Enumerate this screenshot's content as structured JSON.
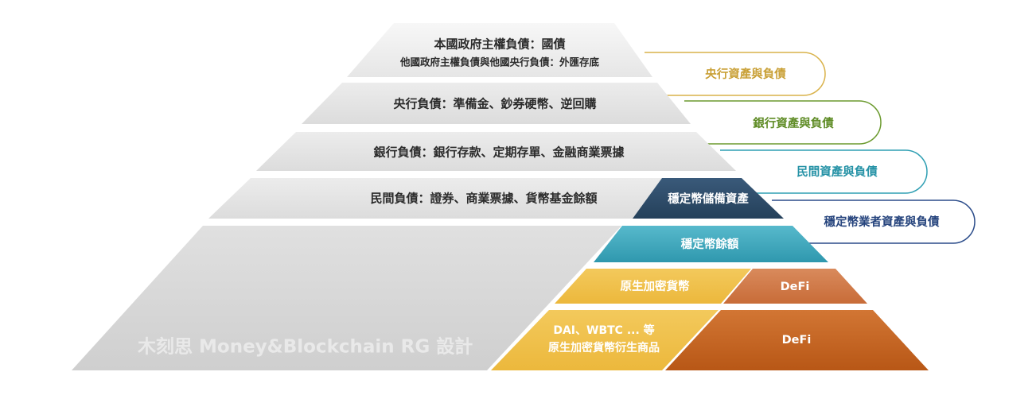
{
  "pyramid": {
    "sovereign": {
      "line1": "本國政府主權負債：國債",
      "line2": "他國政府主權負債與他國央行負債：外匯存底"
    },
    "central_bank": "央行負債：準備金、鈔券硬幣、逆回購",
    "bank": "銀行負債：銀行存款、定期存單、金融商業票據",
    "private": "民間負債：證券、商業票據、貨幣基金餘額",
    "stablecoin_reserve": "穩定幣儲備資產",
    "stablecoin_balance": "穩定幣餘額",
    "native_crypto": "原生加密貨幣",
    "defi_upper": "DeFi",
    "derivatives": {
      "line1": "DAI、WBTC ... 等",
      "line2": "原生加密貨幣衍生商品"
    },
    "defi_lower": "DeFi",
    "watermark": "木刻思 Money&Blockchain RG 設計"
  },
  "brackets": [
    {
      "label": "央行資產與負債",
      "color": "#d9b24a"
    },
    {
      "label": "銀行資產與負債",
      "color": "#6b9a2e"
    },
    {
      "label": "民間資產與負債",
      "color": "#2f9fb3"
    },
    {
      "label": "穩定幣業者資產與負債",
      "color": "#2b4c8a"
    }
  ],
  "colors": {
    "gray_top": "#f1f1f1",
    "gray_mid": "#e4e4e4",
    "gray_base": "#d6d6d6",
    "navy": "#2d4c68",
    "teal": "#3fa8bd",
    "yellow": "#f0c04d",
    "orange_light": "#d0794a",
    "orange_dark": "#c7641e"
  }
}
